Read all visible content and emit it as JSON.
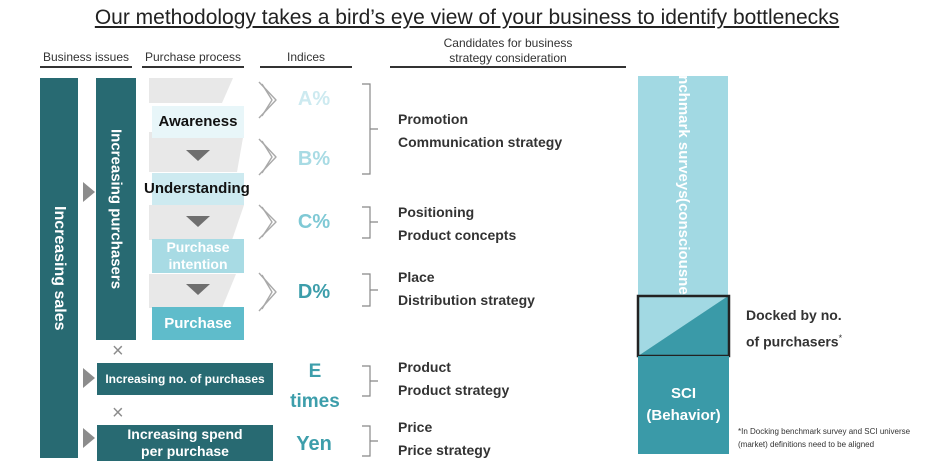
{
  "title": "Our methodology takes a bird’s eye view of your business to identify bottlenecks",
  "headers": {
    "business_issues": "Business issues",
    "purchase_process": "Purchase process",
    "indices": "Indices",
    "candidates_line1": "Candidates for business",
    "candidates_line2": "strategy consideration"
  },
  "business_issues": {
    "increasing_sales": "Increasing sales",
    "increasing_purchasers": "Increasing purchasers",
    "increasing_no_purchases": "Increasing no. of purchases",
    "increasing_spend_line1": "Increasing spend",
    "increasing_spend_line2": "per purchase"
  },
  "stages": {
    "awareness": "Awareness",
    "understanding": "Understanding",
    "purchase_intention_line1": "Purchase",
    "purchase_intention_line2": "intention",
    "purchase": "Purchase"
  },
  "indices": {
    "a": "A%",
    "b": "B%",
    "c": "C%",
    "d": "D%",
    "e_line1": "E",
    "e_line2": "times",
    "yen": "Yen"
  },
  "candidates": {
    "promotion": "Promotion",
    "communication": "Communication strategy",
    "positioning": "Positioning",
    "product_concepts": "Product concepts",
    "place": "Place",
    "distribution": "Distribution strategy",
    "product": "Product",
    "product_strategy": "Product strategy",
    "price": "Price",
    "price_strategy": "Price strategy"
  },
  "right_panel": {
    "benchmark_line1": "Benchmark surveys",
    "benchmark_line2": "(consciousness)",
    "docked_line1": "Docked by no.",
    "docked_line2": "of purchasers",
    "docked_mark": "*",
    "sci_line1": "SCI",
    "sci_line2": "(Behavior)",
    "footnote_line1": "*In Docking benchmark survey and SCI universe",
    "footnote_line2": "(market) definitions need to be aligned"
  },
  "symbols": {
    "times": "×"
  },
  "colors": {
    "dark_teal": "#286a72",
    "mid_teal": "#3d9eab",
    "light_teal": "#a8dbe4",
    "pale_teal": "#cdeaf0",
    "funnel_grey": "#e4e4e4"
  }
}
